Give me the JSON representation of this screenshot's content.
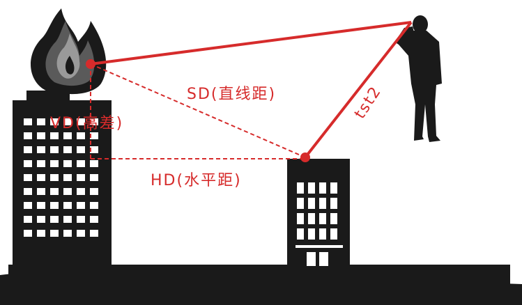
{
  "labels": {
    "sd": "SD(直线距)",
    "vd": "VD(高差)",
    "hd": "HD(水平距)",
    "tst": "tst2"
  },
  "colors": {
    "measure_red": "#d62b2b",
    "silhouette": "#1a1a1a",
    "ground": "#1a1a1a",
    "flame_light": "#9a9a9a",
    "flame_mid": "#5a5a5a",
    "window": "#ffffff"
  },
  "icons": {
    "flame": "flame-icon",
    "person": "person-observer-icon",
    "tall_building": "tall-building-icon",
    "short_building": "short-building-icon"
  }
}
